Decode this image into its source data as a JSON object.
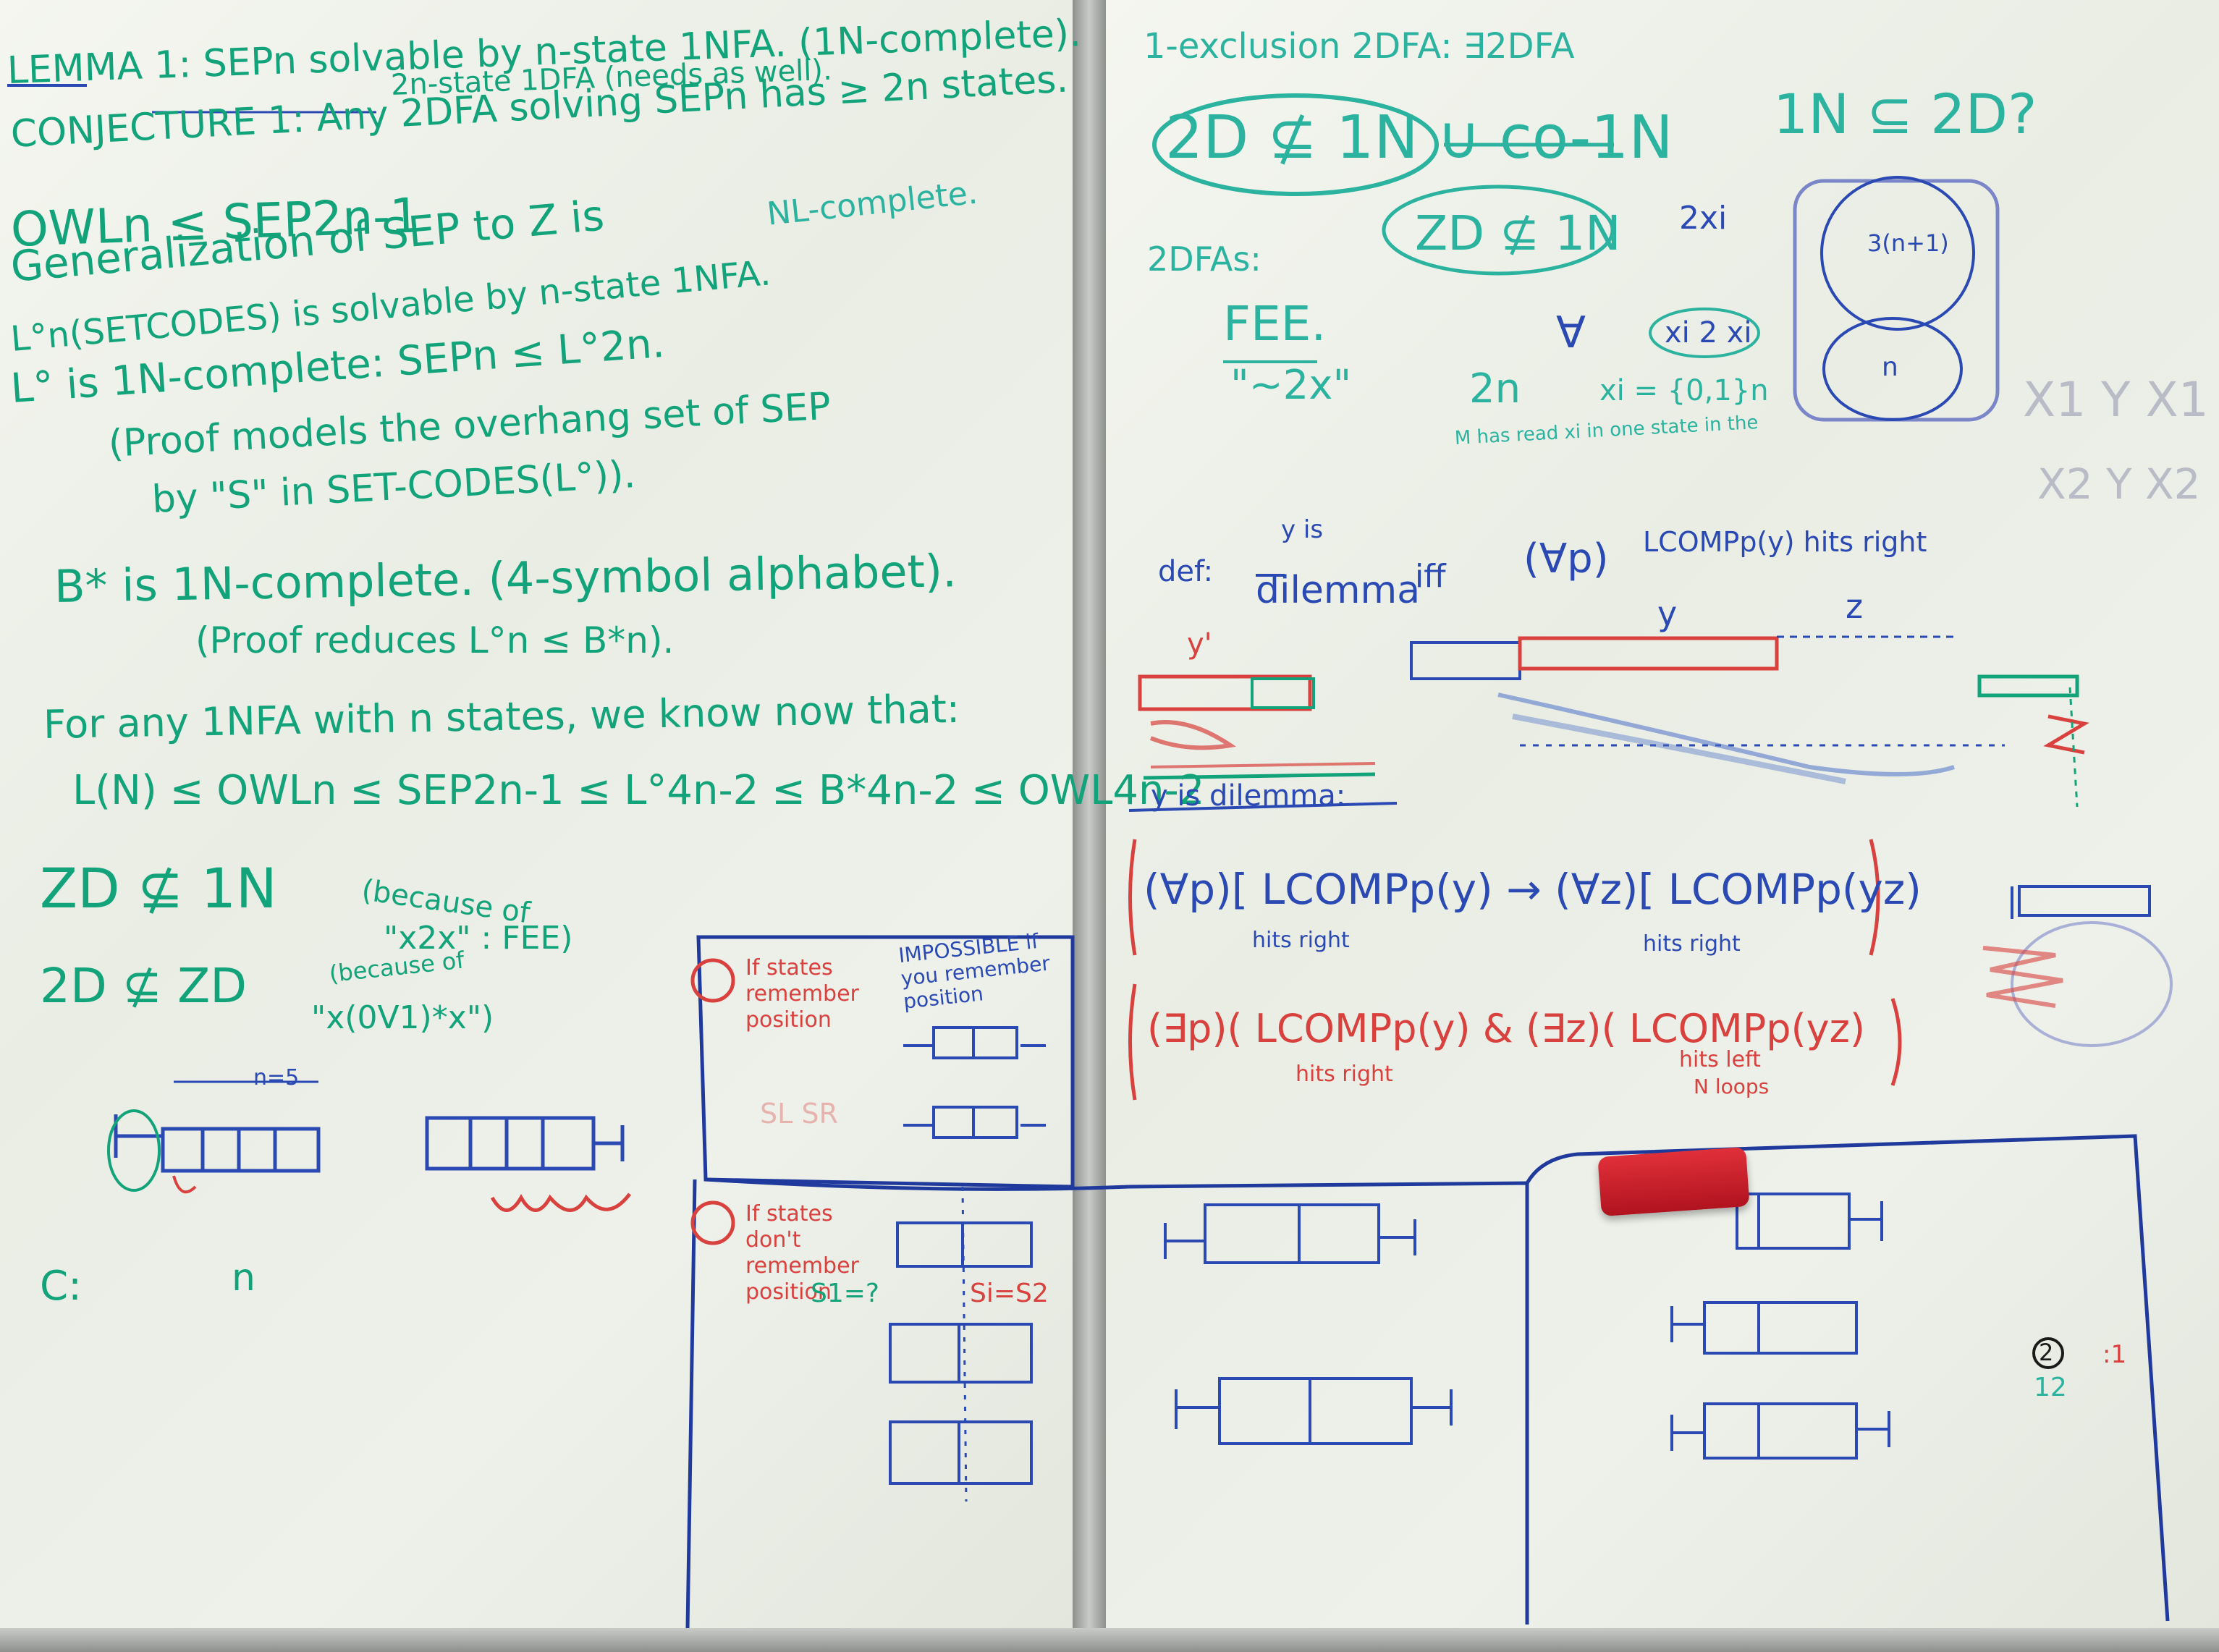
{
  "left_board": {
    "lemma": "LEMMA 1: SEPn solvable by n-state 1NFA. (1N-complete).",
    "lemma_2": "2n-state 1DFA (needs as well).",
    "conjecture": "CONJECTURE 1: Any 2DFA solving SEPn has ≥ 2n states.",
    "owl": "OWLn ≤ SEP2n-1",
    "owl_nl": "NL-complete.",
    "generalization": "Generalization of SEP to Z is",
    "ln_setcodes": "L°n(SETCODES) is solvable by n-state 1NFA.",
    "l0_complete": "L° is 1N-complete: SEPn ≤ L°2n.",
    "proof1": "(Proof models the overhang set of SEP",
    "proof1b": "by \"S\" in SET-CODES(L°)).",
    "bstar": "B* is 1N-complete. (4-symbol alphabet).",
    "proof2": "(Proof reduces L°n ≤ B*n).",
    "for_any": "For any 1NFA with n states, we know now that:",
    "chain": "L(N) ≤ OWLn ≤ SEP2n-1 ≤ L°4n-2 ≤ B*4n-2 ≤ OWL4n-2",
    "zd_in": "ZD ⊈ 1N",
    "because": "(because of",
    "fee": "\"x2x\" : FEE)",
    "d2": "2D ⊈ ZD",
    "because2": "(because of",
    "ovl": "\"x(0V1)*x\")",
    "n5": "n=5",
    "c": "C:",
    "n": "n"
  },
  "mid_box": {
    "case1": "If states remember position",
    "impossible": "IMPOSSIBLE if you remember position",
    "s_l_r": "SL SR",
    "case2": "If states don't remember position",
    "s1": "S1=?",
    "si": "Si=S2"
  },
  "right_board": {
    "exclusion": "1-exclusion 2DFA: ∃2DFA",
    "main": "2D ⊈ 1N ∪ co-1N",
    "question": "1N ⊆ 2D?",
    "dfas": "2DFAs:",
    "zd_in2": "ZD ⊈ 1N",
    "x2x": "2xi",
    "fee": "FEE.",
    "forall": "∀",
    "x_ent": "xi 2 xi",
    "quote": "\"~2x\"",
    "two_n": "2n",
    "xi_set": "xi = {0,1}n",
    "m_has": "M has read xi in one state in the",
    "three": "3(n+1)",
    "nlabel": "n",
    "xy": "X1 Y X1",
    "xy2": "X2 Y X2",
    "def": "def:",
    "y_is": "y is",
    "dilemma": "dilemma",
    "iff": "iff",
    "forall_p": "(∀p)",
    "lcomp": "LCOMPp(y) hits right",
    "y_lab": "y",
    "z_lab": "z",
    "y_prime": "y'",
    "y_is_dil": "y is dilemma:",
    "f1": "(∀p)[ LCOMPp(y) → (∀z)[ LCOMPp(yz)",
    "hits": "hits right",
    "hits2": "hits right",
    "f2": "(∃p)( LCOMPp(y) & (∃z)( LCOMPp(yz)",
    "hits3": "hits right",
    "hits4": "hits left",
    "nloops": "N loops",
    "two": "2",
    "twelve": "12",
    "one": ":1"
  },
  "colors": {
    "teal": "#13a37a",
    "cyan": "#2bb3a0",
    "blue": "#2a49b3",
    "red": "#d8413d",
    "eraser": "#c8202b"
  }
}
